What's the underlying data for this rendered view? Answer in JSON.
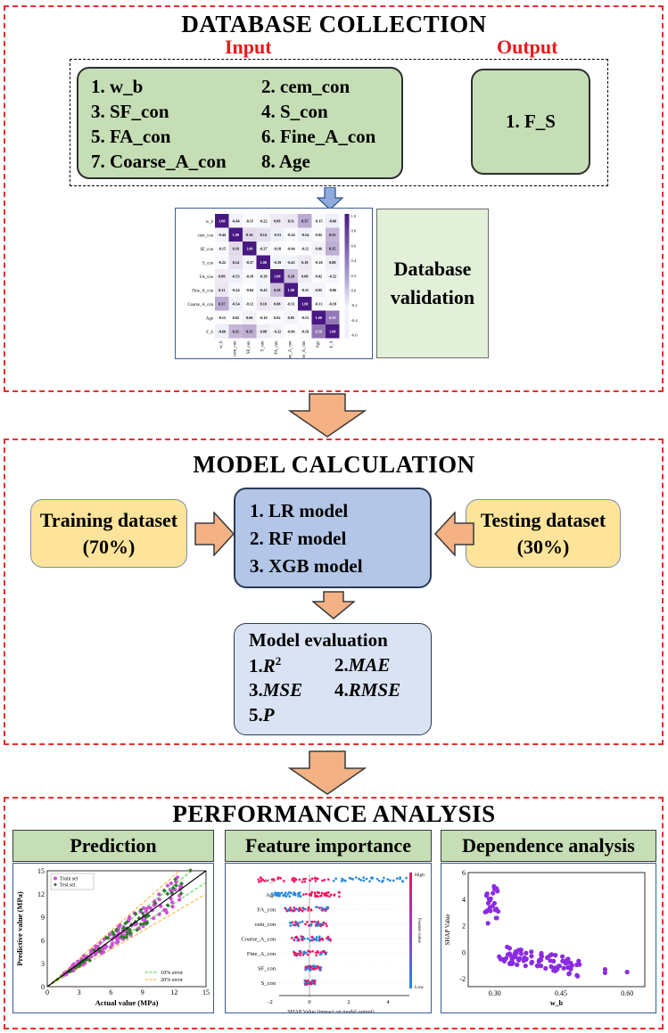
{
  "database": {
    "title": "DATABASE COLLECTION",
    "input_label": "Input",
    "output_label": "Output",
    "inputs": [
      "1.  w_b",
      "2. cem_con",
      "3.  SF_con",
      "4. S_con",
      "5.  FA_con",
      "6. Fine_A_con",
      "7. Coarse_A_con",
      "8. Age"
    ],
    "output": "1. F_S",
    "validation_label": "Database validation",
    "heatmap": {
      "labels": [
        "w_b",
        "cem_con",
        "SF_con",
        "S_con",
        "FA_con",
        "Fine_A_con",
        "Coarse_A_con",
        "Age",
        "F_S"
      ],
      "matrix": [
        [
          "1.00",
          "-0.44",
          "-0.15",
          "-0.22",
          "0.09",
          "0.11",
          "0.37",
          "-0.15",
          "-0.60"
        ],
        [
          "-0.44",
          "1.00",
          "0.16",
          "0.14",
          "-0.53",
          "-0.24",
          "-0.54",
          "0.02",
          "0.31"
        ],
        [
          "-0.15",
          "0.16",
          "1.00",
          "-0.37",
          "-0.18",
          "-0.04",
          "-0.12",
          "0.06",
          "0.35"
        ],
        [
          "-0.22",
          "0.14",
          "-0.37",
          "1.00",
          "-0.39",
          "-0.43",
          "0.10",
          "-0.10",
          "0.08"
        ],
        [
          "0.09",
          "-0.53",
          "-0.18",
          "-0.39",
          "1.00",
          "0.28",
          "0.08",
          "0.02",
          "-0.32"
        ],
        [
          "0.11",
          "-0.24",
          "-0.04",
          "-0.43",
          "0.28",
          "1.00",
          "-0.31",
          "0.05",
          "-0.06"
        ],
        [
          "0.37",
          "-0.54",
          "-0.12",
          "0.10",
          "0.08",
          "-0.31",
          "1.00",
          "-0.13",
          "-0.18"
        ],
        [
          "-0.15",
          "0.02",
          "0.06",
          "-0.10",
          "0.02",
          "0.05",
          "-0.13",
          "1.00",
          "0.59"
        ],
        [
          "-0.60",
          "0.31",
          "0.35",
          "0.08",
          "-0.32",
          "-0.06",
          "-0.18",
          "0.59",
          "1.00"
        ]
      ],
      "colorbar_ticks": [
        "1.0",
        "0.8",
        "0.6",
        "0.4",
        "0.2",
        "0.0",
        "-0.2",
        "-0.4",
        "-0.6"
      ]
    }
  },
  "model": {
    "title": "MODEL CALCULATION",
    "training": "Training dataset (70%)",
    "testing": "Testing dataset (30%)",
    "models": [
      "1.   LR model",
      "2.   RF model",
      "3.   XGB model"
    ],
    "eval_title": "Model evaluation",
    "metrics": {
      "m1": "1.",
      "r2": "R",
      "sup": "2",
      "m2": "2.",
      "mae": "MAE",
      "m3": "3.",
      "mse": "MSE",
      "m4": "4.",
      "rmse": "RMSE",
      "m5": "5.",
      "p": "P"
    }
  },
  "performance": {
    "title": "PERFORMANCE ANALYSIS",
    "prediction": {
      "title": "Prediction",
      "ylabel": "Predictive value (MPa)",
      "xlabel": "Actual value (MPa)",
      "ticks": [
        "0",
        "3",
        "6",
        "9",
        "12",
        "15"
      ],
      "legend_top": [
        "Train set",
        "Test set"
      ],
      "legend_bottom": [
        "10% error",
        "20% error"
      ]
    },
    "importance": {
      "title": "Feature importance",
      "features": [
        "w_b",
        "Age",
        "FA_con",
        "cem_con",
        "Coarse_A_con",
        "Fine_A_con",
        "SF_con",
        "S_con"
      ],
      "xlabel": "SHAP Value (impact on model output)",
      "xticks": [
        "-2",
        "0",
        "2",
        "4"
      ],
      "high": "High",
      "low": "Low",
      "colorbar_label": "Feature value"
    },
    "dependence": {
      "title": "Dependence analysis",
      "ylabel": "SHAP Value",
      "xlabel": "w_b",
      "yticks": [
        "6",
        "4",
        "2",
        "0",
        "-2"
      ],
      "xticks": [
        "0.30",
        "0.45",
        "0.60"
      ]
    }
  },
  "colors": {
    "red_dash": "#e4302b",
    "green": "#c5deb5",
    "yellow": "#fde49a",
    "blue": "#b3c6e7",
    "arrow": "#f4b183",
    "purple": "#5b2c91"
  }
}
